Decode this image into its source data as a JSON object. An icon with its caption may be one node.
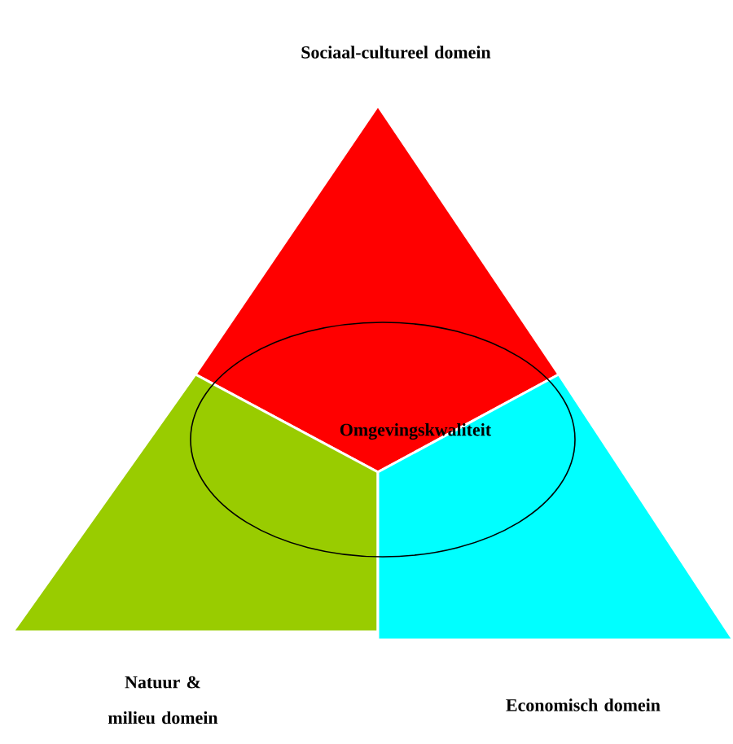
{
  "diagram": {
    "nodes": [
      {
        "text": [
          "Sociaal-cultureel domein"
        ]
      },
      {
        "text": [
          "Natuur & milieu domein"
        ]
      },
      {
        "text": [
          "Economisch domein"
        ]
      },
      {
        "text": [
          "Omgevingskwaliteit"
        ]
      }
    ]
  }
}
